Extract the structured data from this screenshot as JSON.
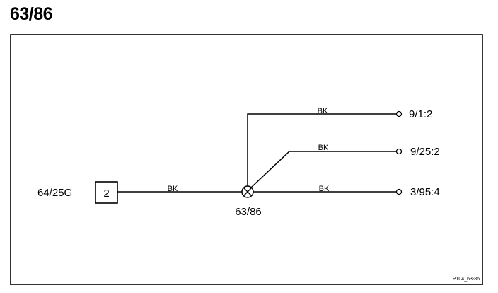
{
  "title": "63/86",
  "connector": {
    "name": "64/25G",
    "pin": "2"
  },
  "splice": {
    "name": "63/86"
  },
  "wires": [
    {
      "color": "BK",
      "destination": ""
    },
    {
      "color": "BK",
      "destination": "9/1:2"
    },
    {
      "color": "BK",
      "destination": "9/25:2"
    },
    {
      "color": "BK",
      "destination": "3/95:4"
    }
  ],
  "reference": "P104_63-86"
}
